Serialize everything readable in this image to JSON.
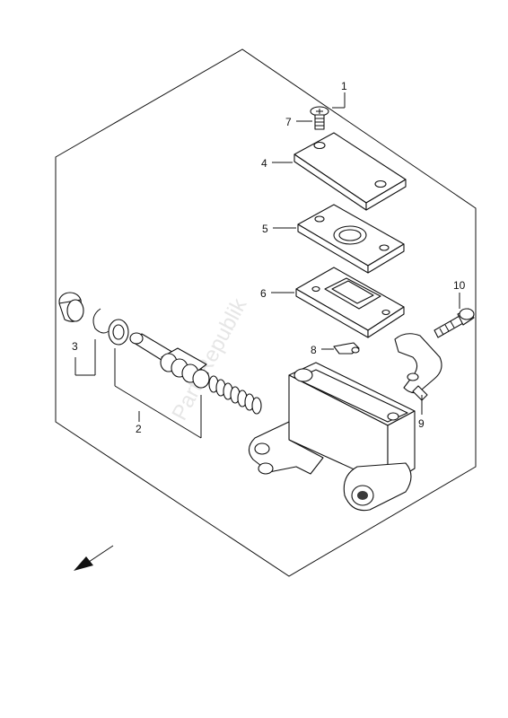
{
  "diagram": {
    "callouts": [
      {
        "id": "1",
        "label": "1"
      },
      {
        "id": "2",
        "label": "2"
      },
      {
        "id": "3",
        "label": "3"
      },
      {
        "id": "4",
        "label": "4"
      },
      {
        "id": "5",
        "label": "5"
      },
      {
        "id": "6",
        "label": "6"
      },
      {
        "id": "7",
        "label": "7"
      },
      {
        "id": "8",
        "label": "8"
      },
      {
        "id": "9",
        "label": "9"
      },
      {
        "id": "10",
        "label": "10"
      }
    ],
    "watermark": "PartsRepublik"
  },
  "colors": {
    "line": "#111111",
    "background": "#ffffff",
    "watermark": "#c8c8c8"
  }
}
